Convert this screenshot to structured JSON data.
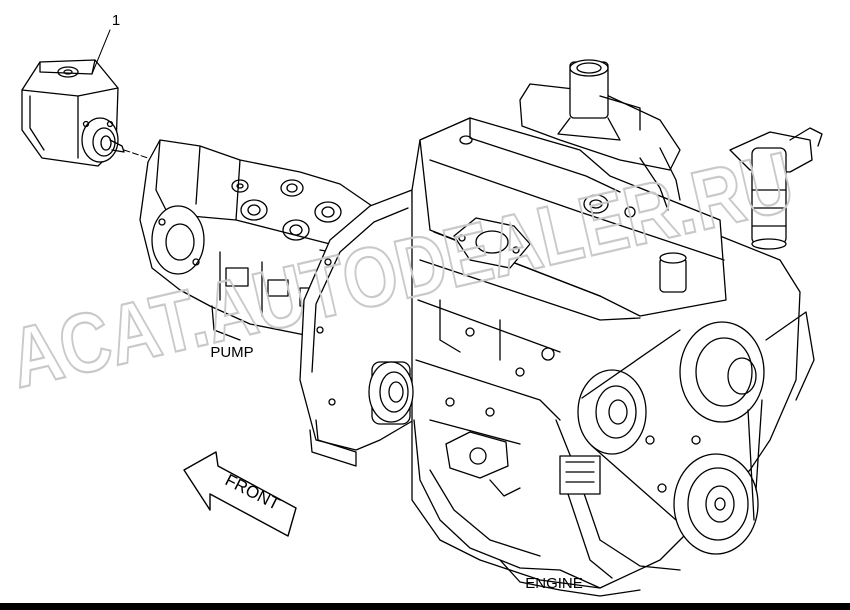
{
  "diagram": {
    "callouts": [
      {
        "id": "part-1",
        "label": "1"
      }
    ],
    "labels": {
      "pump": "PUMP",
      "engine": "ENGINE",
      "front": "FRONT"
    },
    "watermark": "ACAT.AUTODEALER.RU",
    "colors": {
      "line": "#000000",
      "background": "#ffffff",
      "watermark": "#cfcfcf"
    }
  }
}
